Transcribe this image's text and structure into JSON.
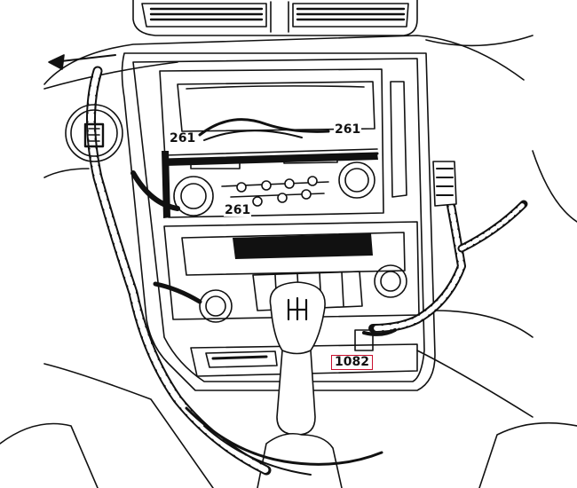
{
  "callouts": {
    "radio_label_top_left": "261",
    "radio_label_top_right": "261",
    "radio_label_bottom": "261",
    "highlighted_label": "1082"
  },
  "colors": {
    "line": "#111111",
    "background": "#ffffff",
    "highlight_border": "#c8102e"
  }
}
